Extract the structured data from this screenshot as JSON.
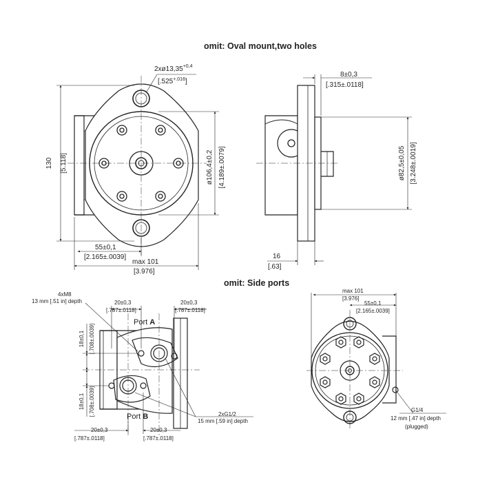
{
  "sections": {
    "top_title": "omit: Oval mount,two holes",
    "bottom_title": "omit: Side ports"
  },
  "front_view": {
    "hole_dim_a": "2xø13,35",
    "hole_dim_a_tol": "+0,4",
    "hole_dim_b": "[.525",
    "hole_dim_b_tol": "+.016",
    "hole_dim_b_close": "]",
    "height": "130",
    "height_in": "[5.118]",
    "pcd": "ø106,4±0,2",
    "pcd_in": "[4.189±.0079]",
    "offset": "55±0,1",
    "offset_in": "[2.165±.0039]",
    "width": "max 101",
    "width_in": "[3.976]"
  },
  "side_view": {
    "flange": "8±0,3",
    "flange_in": "[.315±.0118]",
    "pilot": "ø82,5±0,05",
    "pilot_in": "[3.248±.0019]",
    "depth": "16",
    "depth_in": "[.63]"
  },
  "ports_view": {
    "thread": "4xM8",
    "thread_depth": "13 mm [.51 in] depth",
    "pitch_left": "20±0,3",
    "pitch_left_in": "[.787±.0118]",
    "pitch_right": "20±0,3",
    "pitch_right_in": "[.787±.0118]",
    "port_a_prefix": "Port ",
    "port_a_letter": "A",
    "port_b_prefix": "Port ",
    "port_b_letter": "B",
    "vert_top": "18±0,1",
    "vert_top_in": "[.708±.0039]",
    "vert_bottom": "18±0,1",
    "vert_bottom_in": "[.708±.0039]",
    "port_size": "2xG1/2",
    "port_depth": "15 mm [.59 in] depth",
    "bottom_left": "20±0,3",
    "bottom_left_in": "[.787±.0118]",
    "bottom_right": "20±0,3",
    "bottom_right_in": "[.787±.0118]"
  },
  "rear_view": {
    "width": "max 101",
    "width_in": "[3.976]",
    "offset": "55±0,1",
    "offset_in": "[2.165±.0039]",
    "drain": "G1/4",
    "drain_depth": "12 mm [.47 in] depth",
    "drain_note": "(plugged)"
  }
}
